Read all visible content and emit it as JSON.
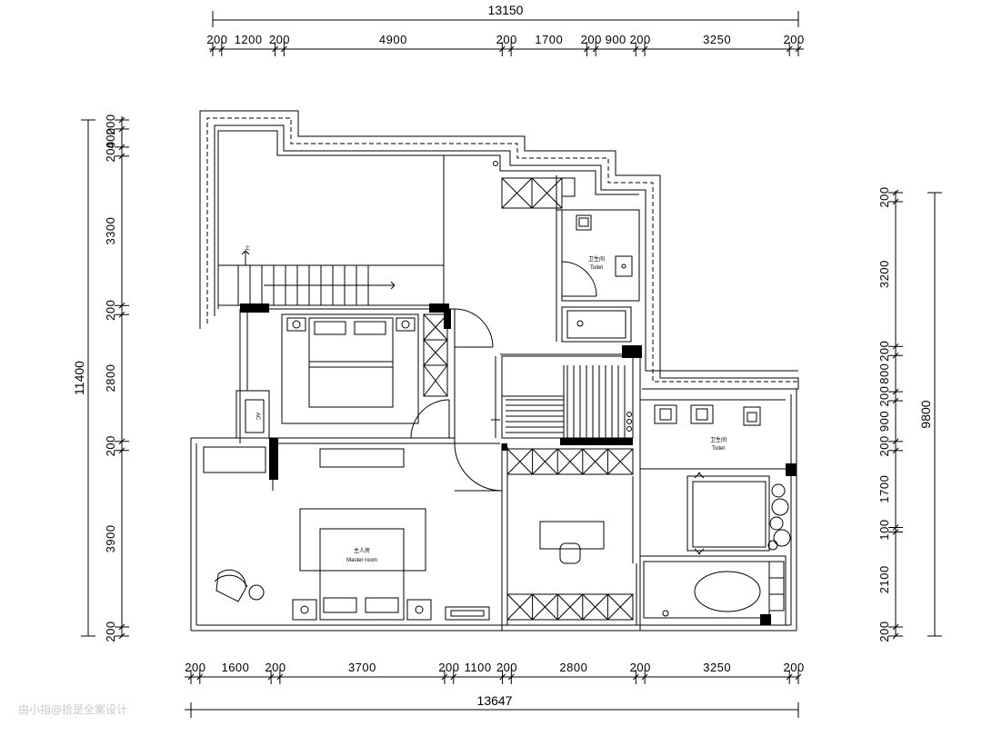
{
  "dimensions": {
    "top_total": "13150",
    "top_segments": [
      "200",
      "1200",
      "200",
      "4900",
      "200",
      "1700",
      "200",
      "900",
      "200",
      "3250",
      "200"
    ],
    "bottom_total": "13647",
    "bottom_segments": [
      "200",
      "1600",
      "200",
      "3700",
      "200",
      "1100",
      "200",
      "2800",
      "200",
      "3250",
      "200"
    ],
    "left_total": "11400",
    "left_segments": [
      "200",
      "400",
      "200",
      "3300",
      "200",
      "2800",
      "200",
      "3900",
      "200"
    ],
    "right_total": "9800",
    "right_segments": [
      "200",
      "3200",
      "200",
      "800",
      "200",
      "900",
      "200",
      "1700",
      "100",
      "2100",
      "200"
    ]
  },
  "rooms": {
    "toilet_upper_cn": "卫生间",
    "toilet_upper_en": "Toilet",
    "toilet_lower_cn": "卫生间",
    "toilet_lower_en": "Toilet",
    "master_cn": "主人房",
    "master_en": "Master room",
    "stair_up": "上",
    "ac": "AC"
  },
  "watermark": "由小指@拾是全案设计"
}
